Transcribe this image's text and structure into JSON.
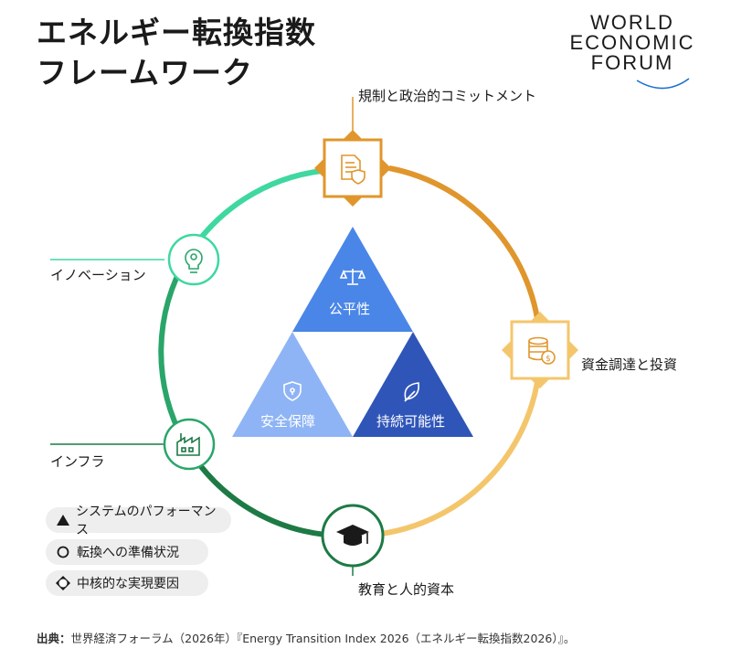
{
  "title": {
    "line1": "エネルギー転換指数",
    "line2": "フレームワーク"
  },
  "logo": {
    "line1": "WORLD",
    "line2": "ECONOMIC",
    "line3": "FORUM"
  },
  "nodes": {
    "regulation": {
      "label": "規制と政治的コミットメント",
      "icon": "document-shield-icon"
    },
    "finance": {
      "label": "資金調達と投資",
      "icon": "coins-icon"
    },
    "education": {
      "label": "教育と人的資本",
      "icon": "graduation-cap-icon"
    },
    "infrastructure": {
      "label": "インフラ",
      "icon": "factory-icon"
    },
    "innovation": {
      "label": "イノベーション",
      "icon": "lightbulb-gear-icon"
    }
  },
  "triangle": {
    "equity": {
      "label": "公平性",
      "icon": "balance-scale-icon",
      "color": "#4a86e8"
    },
    "security": {
      "label": "安全保障",
      "icon": "shield-lock-icon",
      "color": "#8fb4f5"
    },
    "sustainability": {
      "label": "持続可能性",
      "icon": "leaf-icon",
      "color": "#2f55b8"
    }
  },
  "legend": [
    {
      "label": "システムのパフォーマンス",
      "icon": "triangle-icon"
    },
    {
      "label": "転換への準備状況",
      "icon": "ring-icon"
    },
    {
      "label": "中核的な実現要因",
      "icon": "diamond-circle-icon"
    }
  ],
  "footer": {
    "prefix": "出典：",
    "text": "世界経済フォーラム（2026年）『Energy Transition Index 2026（エネルギー転換指数2026）』。"
  },
  "colors": {
    "orange": "#e0962c",
    "light_orange": "#f4c66c",
    "dark_green": "#1d7a45",
    "mint": "#3ed8a0"
  }
}
